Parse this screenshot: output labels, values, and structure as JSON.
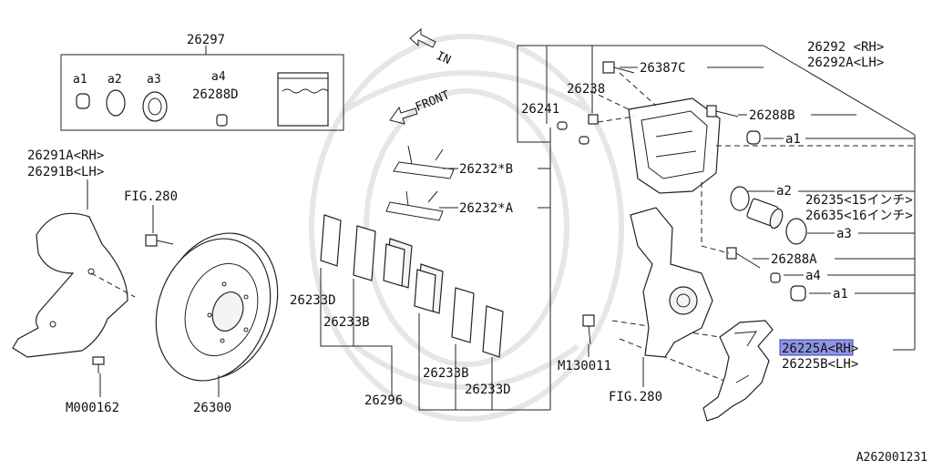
{
  "diagram_id": "A262001231",
  "colors": {
    "highlight": "#8e95e6",
    "line": "#222222"
  },
  "labels": {
    "kit": "26297",
    "kit_a1": "a1",
    "kit_a2": "a2",
    "kit_a3": "a3",
    "kit_a4": "a4",
    "kit_pin": "26288D",
    "in": "IN",
    "front": "FRONT",
    "cover_rh": "26291A<RH>",
    "cover_lh": "26291B<LH>",
    "fig280_top": "FIG.280",
    "m000162": "M000162",
    "rotor": "26300",
    "clip_b": "26232*B",
    "clip_a": "26232*A",
    "shim_d_left": "26233D",
    "shim_b_left": "26233B",
    "pad": "26296",
    "shim_b_right": "26233B",
    "shim_d_right": "26233D",
    "caliper_rh": "26292 <RH>",
    "caliper_lh": "26292A<LH>",
    "bolt_387c": "26387C",
    "bleeder": "26238",
    "cap": "26241",
    "pin_b": "26288B",
    "pin_b_a1": "a1",
    "seal_a2": "a2",
    "piston_15": "26235<15インチ>",
    "piston_16": "26635<16インチ>",
    "boot_a3": "a3",
    "pin_a": "26288A",
    "pin_a_a4": "a4",
    "pin_a_a1": "a1",
    "support_rh": "26225A<RH>",
    "support_lh": "26225B<LH>",
    "m130011": "M130011",
    "fig280_bottom": "FIG.280"
  }
}
